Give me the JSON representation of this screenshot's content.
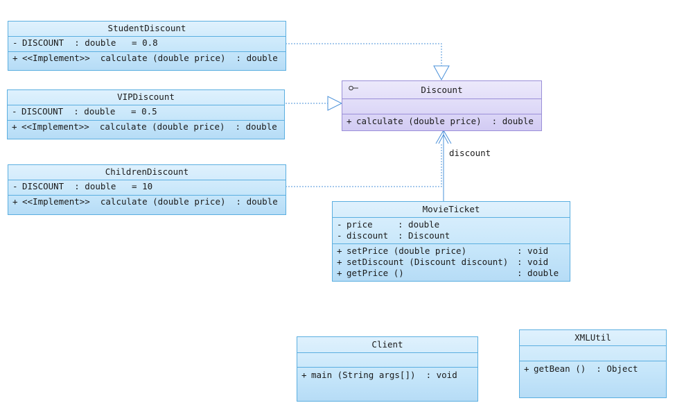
{
  "classes": {
    "student": {
      "name": "StudentDiscount",
      "attributes": [
        {
          "vis": "-",
          "text": "DISCOUNT  : double   = 0.8"
        }
      ],
      "operations": [
        {
          "vis": "+",
          "text": "<<Implement>>  calculate (double price)  : double"
        }
      ]
    },
    "vip": {
      "name": "VIPDiscount",
      "attributes": [
        {
          "vis": "-",
          "text": "DISCOUNT  : double   = 0.5"
        }
      ],
      "operations": [
        {
          "vis": "+",
          "text": "<<Implement>>  calculate (double price)  : double"
        }
      ]
    },
    "children": {
      "name": "ChildrenDiscount",
      "attributes": [
        {
          "vis": "-",
          "text": "DISCOUNT  : double   = 10"
        }
      ],
      "operations": [
        {
          "vis": "+",
          "text": "<<Implement>>  calculate (double price)  : double"
        }
      ]
    },
    "discount": {
      "name": "Discount",
      "operations": [
        {
          "vis": "+",
          "text": "calculate (double price)  : double"
        }
      ]
    },
    "movieticket": {
      "name": "MovieTicket",
      "attributes": [
        {
          "vis": "-",
          "name": "price",
          "type": ": double"
        },
        {
          "vis": "-",
          "name": "discount",
          "type": ": Discount"
        }
      ],
      "operations": [
        {
          "vis": "+",
          "sig": "setPrice (double price)",
          "ret": ": void"
        },
        {
          "vis": "+",
          "sig": "setDiscount (Discount discount)",
          "ret": ": void"
        },
        {
          "vis": "+",
          "sig": "getPrice ()",
          "ret": ": double"
        }
      ]
    },
    "client": {
      "name": "Client",
      "operations": [
        {
          "vis": "+",
          "text": "main (String args[])  : void"
        }
      ]
    },
    "xmlutil": {
      "name": "XMLUtil",
      "operations": [
        {
          "vis": "+",
          "text": "getBean ()  : Object"
        }
      ]
    }
  },
  "association": {
    "role_label": "discount"
  },
  "colors": {
    "class_border": "#5aaee0",
    "interface_border": "#9a8fd8",
    "connector": "#4a90d9"
  }
}
